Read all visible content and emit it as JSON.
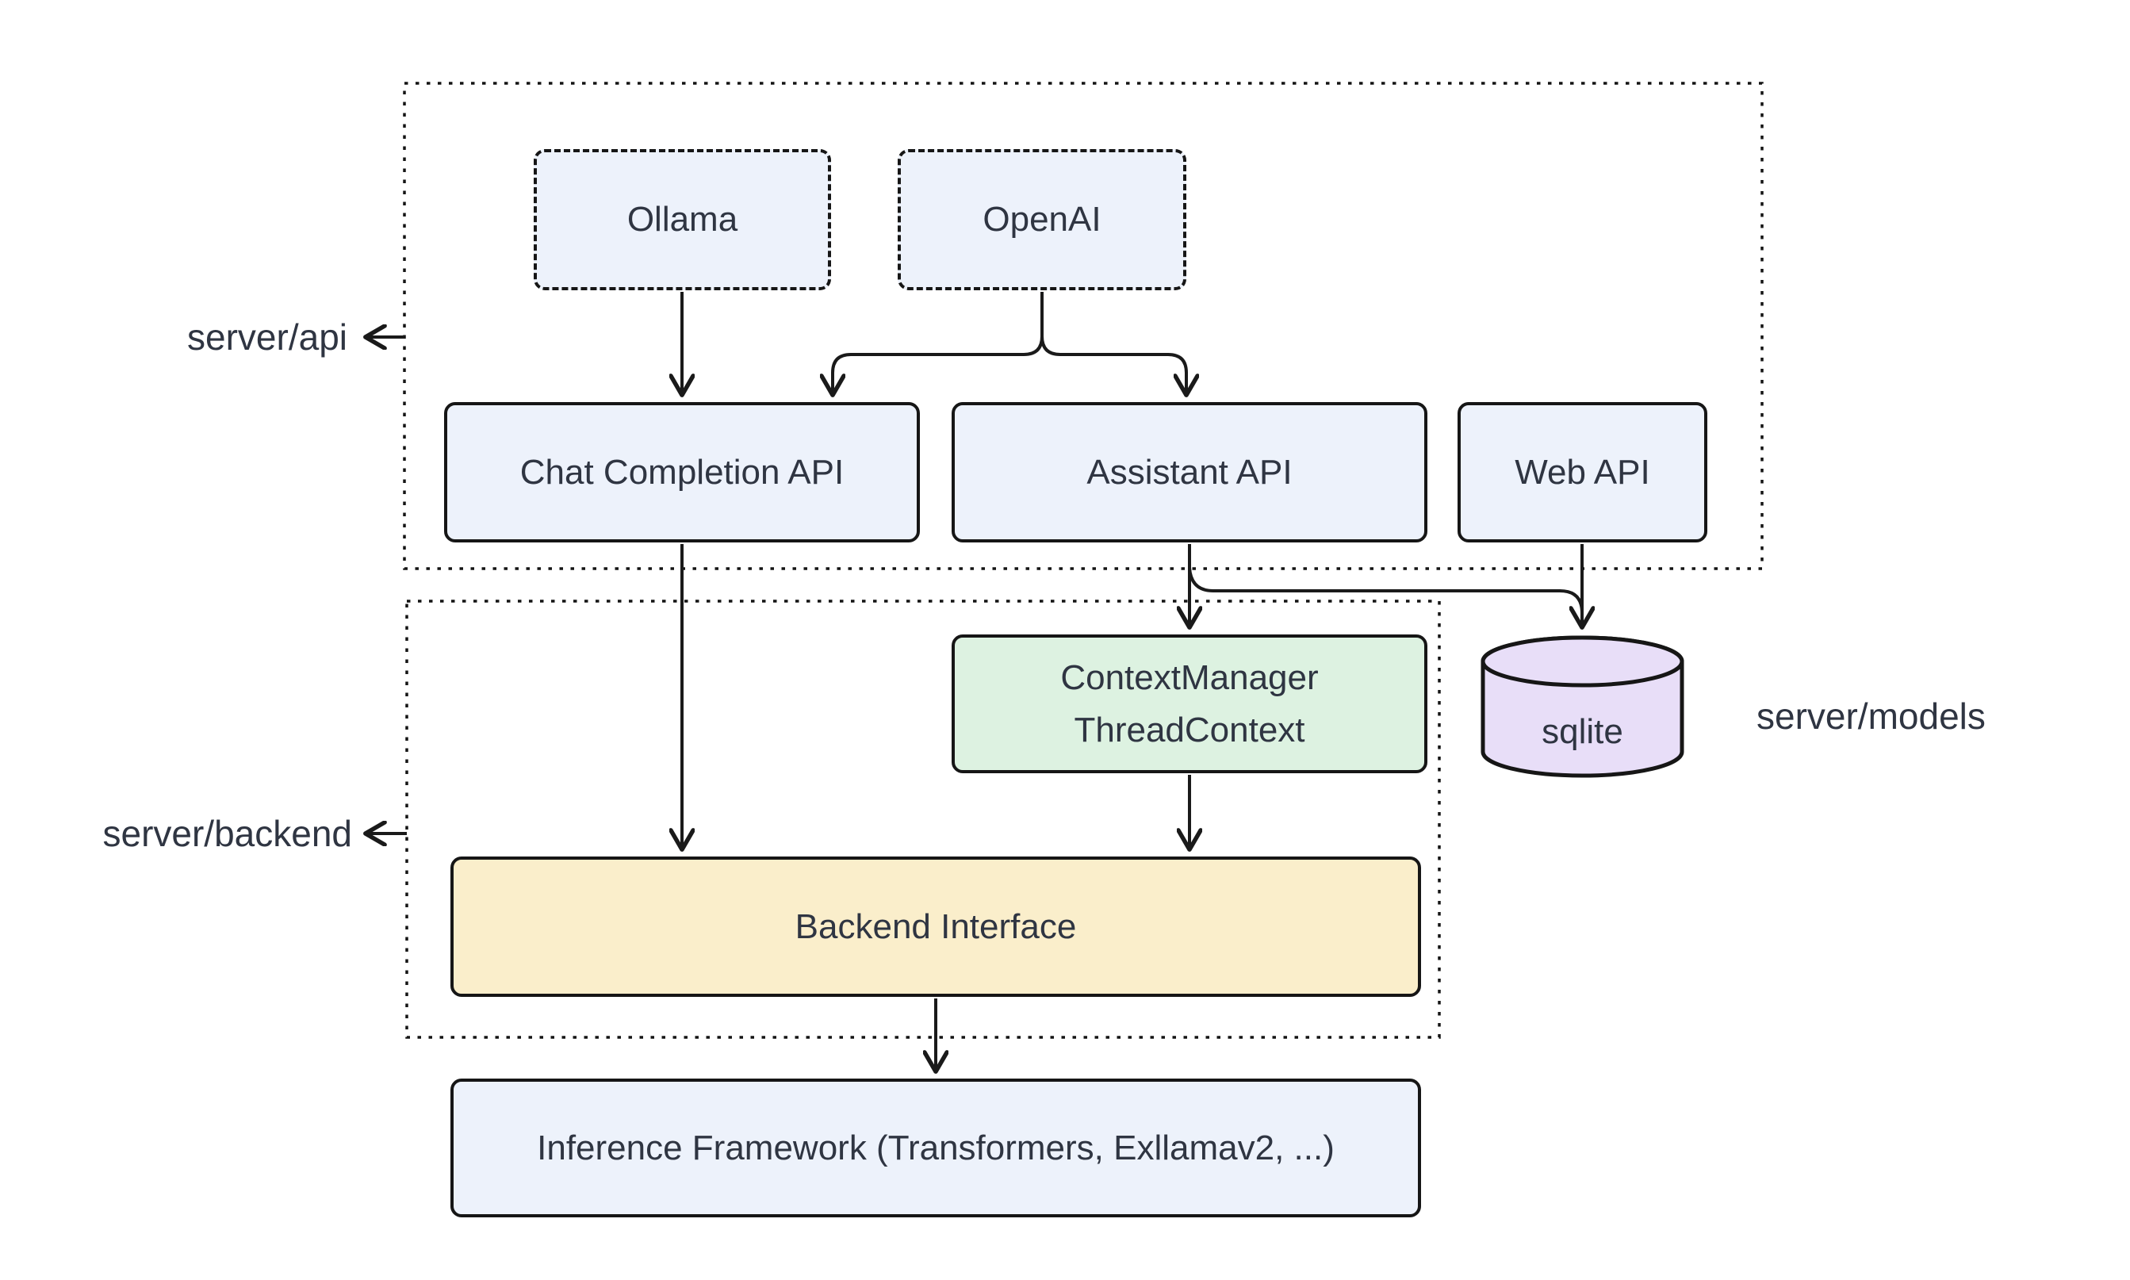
{
  "diagram": {
    "title": "Server architecture diagram",
    "colors": {
      "background": "#ffffff",
      "node_blue": "#edf2fb",
      "node_green": "#ddf2e1",
      "node_yellow": "#faeecb",
      "node_purple": "#e8def8",
      "border": "#161616",
      "edge": "#1a1a1a",
      "text": "#2f3542"
    },
    "containers": {
      "api": {
        "label": "server/api"
      },
      "backend": {
        "label": "server/backend"
      },
      "models": {
        "label": "server/models"
      }
    },
    "nodes": {
      "ollama": {
        "label": "Ollama"
      },
      "openai": {
        "label": "OpenAI"
      },
      "chat_completion_api": {
        "label": "Chat Completion API"
      },
      "assistant_api": {
        "label": "Assistant API"
      },
      "web_api": {
        "label": "Web API"
      },
      "context_manager": {
        "line1": "ContextManager",
        "line2": "ThreadContext"
      },
      "sqlite": {
        "label": "sqlite"
      },
      "backend_interface": {
        "label": "Backend Interface"
      },
      "inference_framework": {
        "label": "Inference Framework (Transformers, Exllamav2, ...)"
      }
    },
    "edges": [
      {
        "from": "ollama",
        "to": "chat_completion_api"
      },
      {
        "from": "openai",
        "to": "chat_completion_api"
      },
      {
        "from": "openai",
        "to": "assistant_api"
      },
      {
        "from": "chat_completion_api",
        "to": "backend_interface"
      },
      {
        "from": "assistant_api",
        "to": "context_manager"
      },
      {
        "from": "assistant_api",
        "to": "sqlite"
      },
      {
        "from": "web_api",
        "to": "sqlite"
      },
      {
        "from": "context_manager",
        "to": "backend_interface"
      },
      {
        "from": "backend_interface",
        "to": "inference_framework"
      }
    ]
  }
}
